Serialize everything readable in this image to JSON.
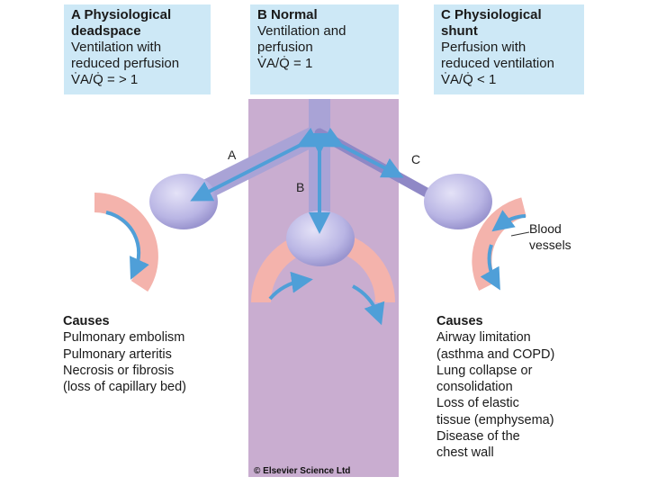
{
  "panels": {
    "a": {
      "title_line1": "A Physiological",
      "title_line2": "deadspace",
      "desc_line1": "Ventilation with",
      "desc_line2": "reduced perfusion",
      "ratio": "V̇A/Q̇ = > 1"
    },
    "b": {
      "title_line1": "B Normal",
      "desc_line1": "Ventilation and",
      "desc_line2": "perfusion",
      "ratio": "V̇A/Q̇ = 1"
    },
    "c": {
      "title_line1": "C Physiological",
      "title_line2": "shunt",
      "desc_line1": "Perfusion with",
      "desc_line2": "reduced ventilation",
      "ratio": "V̇A/Q̇ < 1"
    }
  },
  "labels": {
    "a": "A",
    "b": "B",
    "c": "C",
    "blood_line1": "Blood",
    "blood_line2": "vessels"
  },
  "causes_a": {
    "heading": "Causes",
    "items": [
      "Pulmonary embolism",
      "Pulmonary arteritis",
      "Necrosis or fibrosis",
      "(loss of capillary bed)"
    ]
  },
  "causes_c": {
    "heading": "Causes",
    "items": [
      "Airway limitation",
      "(asthma and COPD)",
      "Lung collapse or",
      "consolidation",
      "Loss of elastic",
      "tissue (emphysema)",
      "Disease of the",
      "chest wall"
    ]
  },
  "copyright": "© Elsevier Science Ltd",
  "colors": {
    "panel": "#cde8f6",
    "center_band": "#c9add0",
    "airway": "#a9a3d6",
    "alveolus": "#b9b5e4",
    "vessel": "#f4b3ac",
    "arrow": "#4f9fd8"
  }
}
